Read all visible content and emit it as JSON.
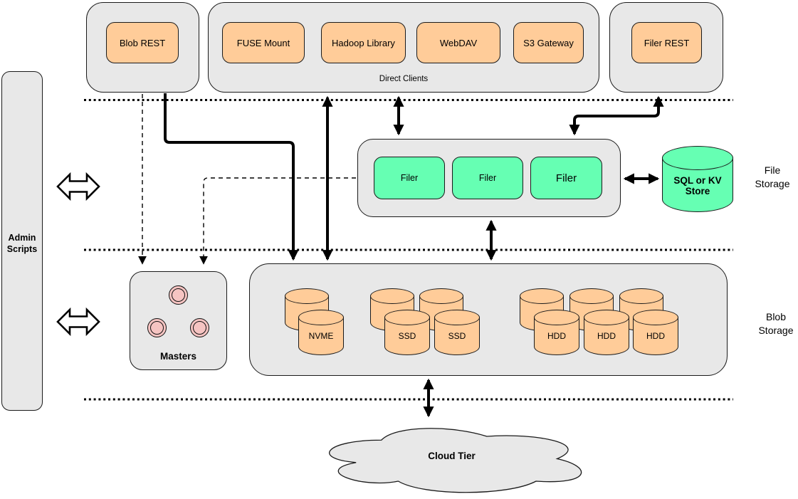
{
  "colors": {
    "container_fill": "#e8e8e8",
    "container_stroke": "#1a1a1a",
    "client_fill": "#ffcc99",
    "filer_fill": "#66ffb3",
    "master_node_fill": "#f6c4c2",
    "line_color": "#000000",
    "background": "#ffffff"
  },
  "admin": {
    "line1": "Admin",
    "line2": "Scripts"
  },
  "clients": {
    "blob_rest": "Blob REST",
    "fuse_mount": "FUSE Mount",
    "hadoop_library": "Hadoop Library",
    "webdav": "WebDAV",
    "s3_gateway": "S3 Gateway",
    "direct_clients_label": "Direct Clients",
    "filer_rest": "Filer REST"
  },
  "file_storage": {
    "filer1": "Filer",
    "filer2": "Filer",
    "filer3": "Filer",
    "store_line1": "SQL or KV",
    "store_line2": "Store",
    "label_line1": "File",
    "label_line2": "Storage"
  },
  "masters": {
    "label": "Masters"
  },
  "blob_storage": {
    "disk1": "NVME",
    "disk2": "SSD",
    "disk3": "SSD",
    "disk4": "HDD",
    "disk5": "HDD",
    "disk6": "HDD",
    "label_line1": "Blob",
    "label_line2": "Storage"
  },
  "cloud": {
    "label": "Cloud Tier"
  }
}
